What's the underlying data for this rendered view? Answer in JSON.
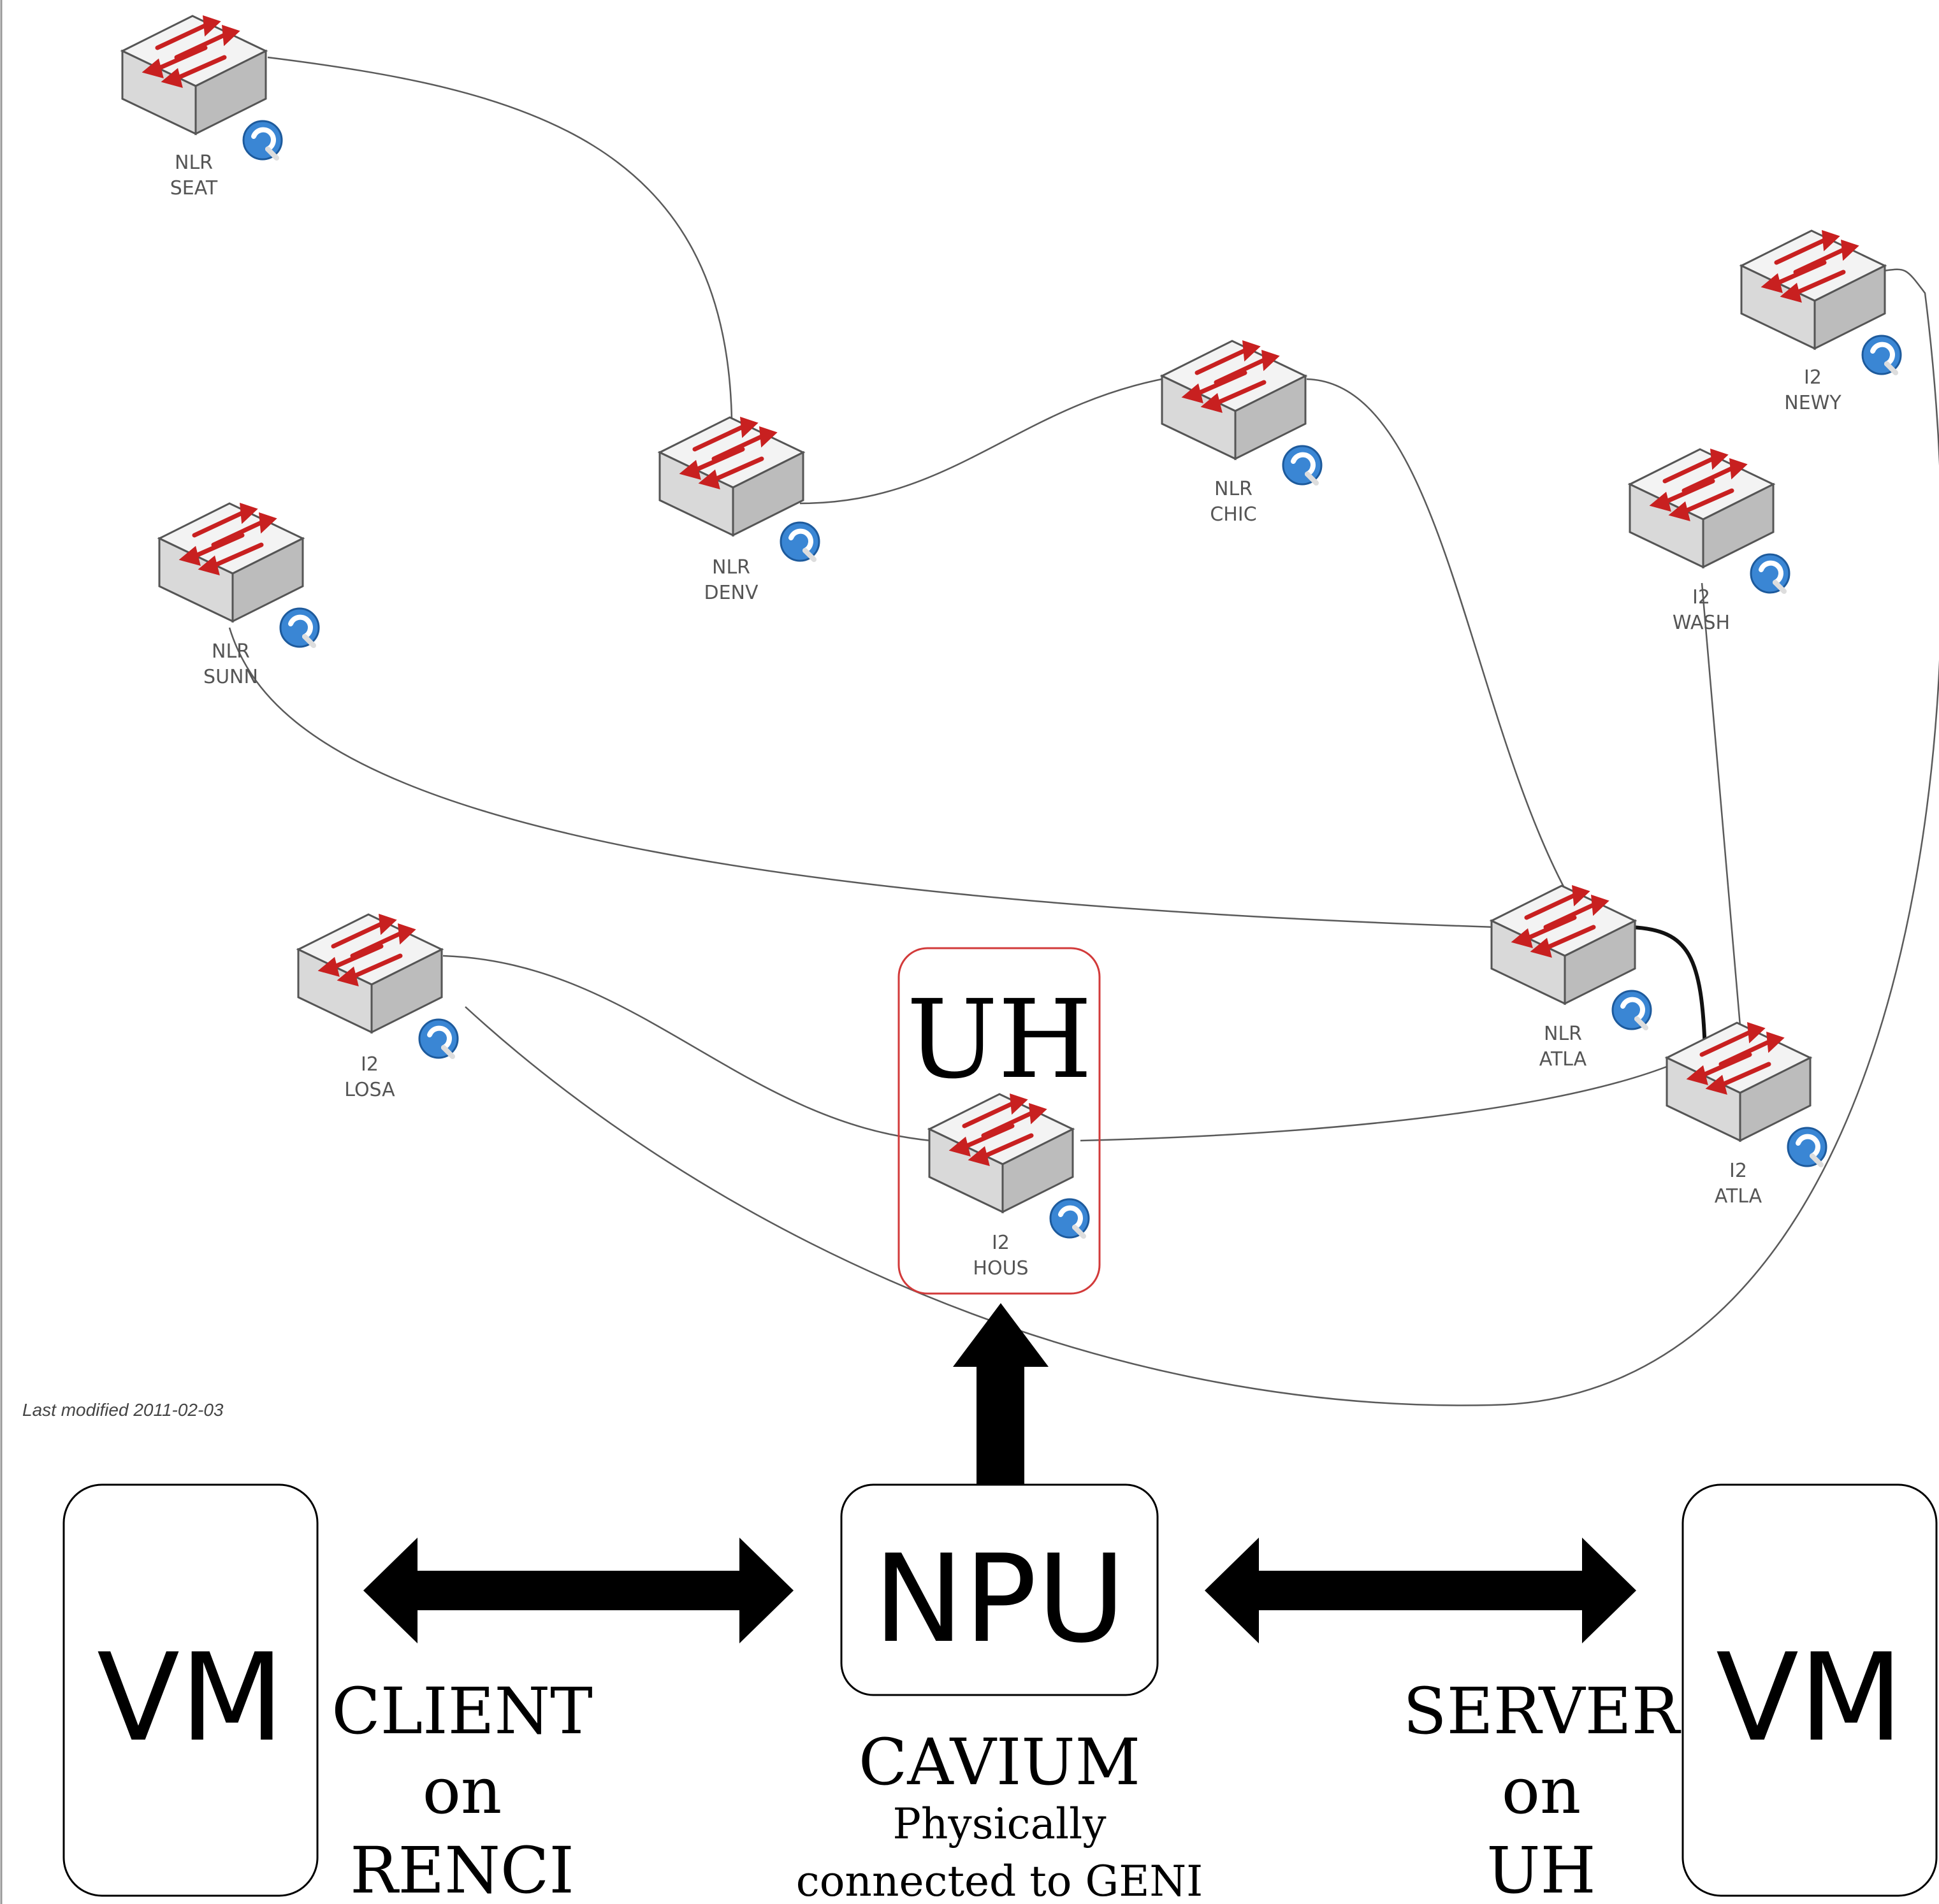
{
  "switches": [
    {
      "id": "nlr-seat",
      "line1": "NLR",
      "line2": "SEAT"
    },
    {
      "id": "nlr-denv",
      "line1": "NLR",
      "line2": "DENV"
    },
    {
      "id": "nlr-chic",
      "line1": "NLR",
      "line2": "CHIC"
    },
    {
      "id": "i2-newy",
      "line1": "I2",
      "line2": "NEWY"
    },
    {
      "id": "i2-wash",
      "line1": "I2",
      "line2": "WASH"
    },
    {
      "id": "nlr-sunn",
      "line1": "NLR",
      "line2": "SUNN"
    },
    {
      "id": "i2-losa",
      "line1": "I2",
      "line2": "LOSA"
    },
    {
      "id": "nlr-atla",
      "line1": "NLR",
      "line2": "ATLA"
    },
    {
      "id": "i2-atla",
      "line1": "I2",
      "line2": "ATLA"
    },
    {
      "id": "i2-hous",
      "line1": "I2",
      "line2": "HOUS"
    }
  ],
  "uh_label": "UH",
  "last_modified": "Last modified 2011-02-03",
  "npu": {
    "label": "NPU"
  },
  "cavium": {
    "title": "CAVIUM",
    "line1": "Physically",
    "line2": "connected to GENI"
  },
  "client": {
    "vm": "VM",
    "line1": "CLIENT",
    "line2": "on",
    "line3": "RENCI"
  },
  "server": {
    "vm": "VM",
    "line1": "SERVER",
    "line2": "on",
    "line3": "UH"
  },
  "colors": {
    "switch_top": "#f4f4f4",
    "switch_front": "#d8d8d8",
    "switch_side": "#b9b9b9",
    "arrow_red": "#cc2222",
    "badge_blue": "#2f7fcf",
    "uh_box": "#d23a3a"
  }
}
